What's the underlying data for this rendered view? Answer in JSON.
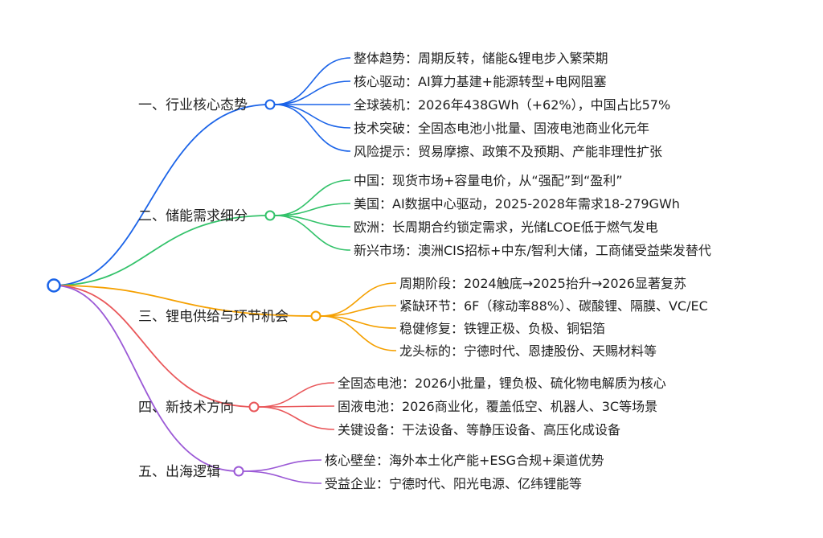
{
  "mindmap": {
    "root": {
      "label": ""
    },
    "branches": [
      {
        "label": "一、行业核心态势",
        "color": "#1a63e8",
        "children": [
          "整体趋势：周期反转，储能&锂电步入繁荣期",
          "核心驱动：AI算力基建+能源转型+电网阻塞",
          "全球装机：2026年438GWh（+62%），中国占比57%",
          "技术突破：全固态电池小批量、固液电池商业化元年",
          "风险提示：贸易摩擦、政策不及预期、产能非理性扩张"
        ]
      },
      {
        "label": "二、储能需求细分",
        "color": "#33c26a",
        "children": [
          "中国：现货市场+容量电价，从“强配”到“盈利”",
          "美国：AI数据中心驱动，2025-2028年需求18-279GWh",
          "欧洲：长周期合约锁定需求，光储LCOE低于燃气发电",
          "新兴市场：澳洲CIS招标+中东/智利大储，工商储受益柴发替代"
        ]
      },
      {
        "label": "三、锂电供给与环节机会",
        "color": "#f5a000",
        "children": [
          "周期阶段：2024触底→2025抬升→2026显著复苏",
          "紧缺环节：6F（稼动率88%）、碳酸锂、隔膜、VC/EC",
          "稳健修复：铁锂正极、负极、铜铝箔",
          "龙头标的：宁德时代、恩捷股份、天赐材料等"
        ]
      },
      {
        "label": "四、新技术方向",
        "color": "#e9575a",
        "children": [
          "全固态电池：2026小批量，锂负极、硫化物电解质为核心",
          "固液电池：2026商业化，覆盖低空、机器人、3C等场景",
          "关键设备：干法设备、等静压设备、高压化成设备"
        ]
      },
      {
        "label": "五、出海逻辑",
        "color": "#9b59d6",
        "children": [
          "核心壁垒：海外本土化产能+ESG合规+渠道优势",
          "受益企业：宁德时代、阳光电源、亿纬锂能等"
        ]
      }
    ]
  }
}
